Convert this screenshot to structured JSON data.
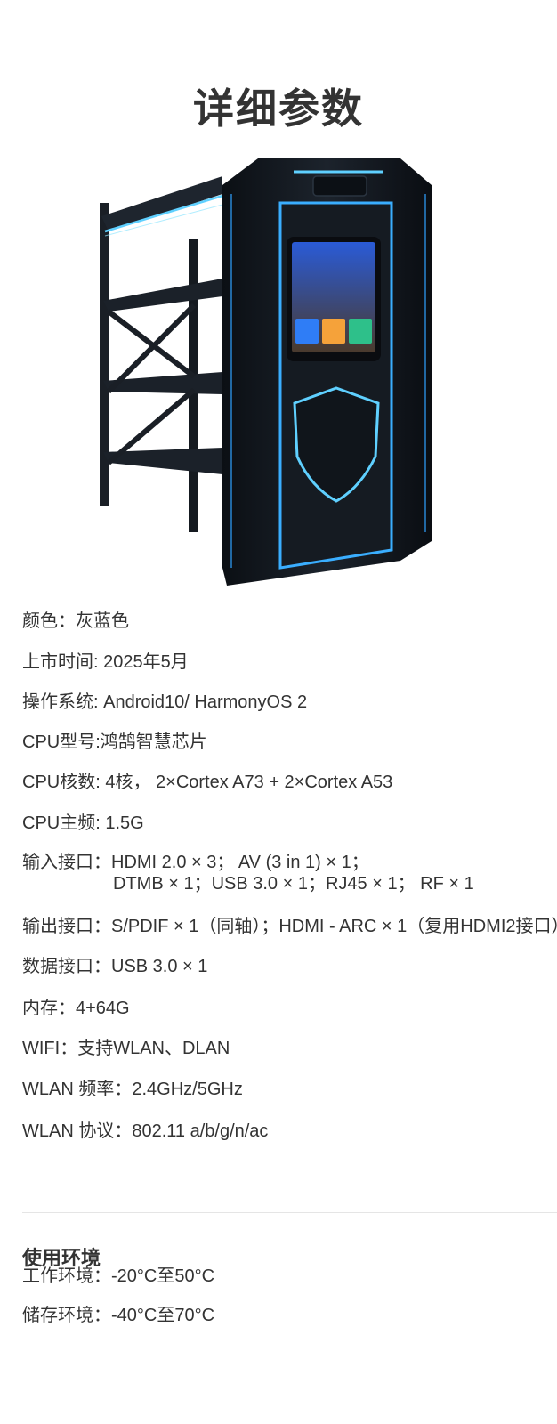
{
  "title": "详细参数",
  "specs": {
    "color": "颜色：灰蓝色",
    "release": "上市时间: 2025年5月",
    "os": "操作系统: Android10/ HarmonyOS 2",
    "cpu_model": "CPU型号:鸿鹄智慧芯片",
    "cpu_cores": "CPU核数: 4核， 2×Cortex A73 + 2×Cortex A53",
    "cpu_freq": "CPU主频: 1.5G",
    "input_1": "输入接口：HDMI 2.0 × 3；  AV (3 in 1) × 1；",
    "input_2": "DTMB × 1；USB 3.0 × 1；RJ45 × 1；  RF × 1",
    "output": "输出接口：S/PDIF × 1（同轴）；HDMI - ARC × 1（复用HDMI2接口）",
    "data_port": "数据接口：USB 3.0 × 1",
    "memory": "内存：4+64G",
    "wifi": "WIFI：支持WLAN、DLAN",
    "wlan_freq": "WLAN 频率：2.4GHz/5GHz",
    "wlan_protocol": "WLAN 协议：802.11 a/b/g/n/ac"
  },
  "environment": {
    "title": "使用环境",
    "working": "工作环境：-20°C至50°C",
    "storage": "储存环境：-40°C至70°C"
  }
}
